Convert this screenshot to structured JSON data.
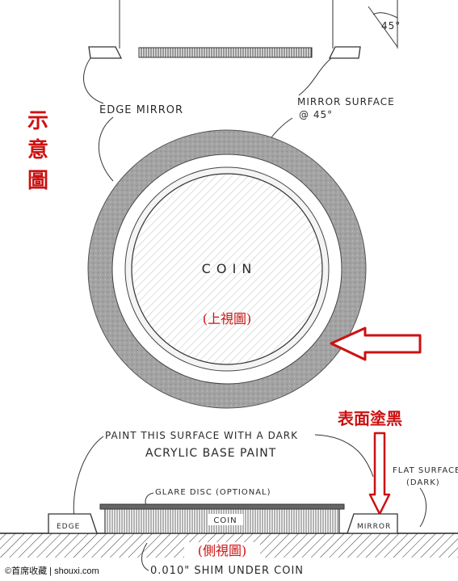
{
  "side_label_chars": [
    "示",
    "意",
    "圖"
  ],
  "labels": {
    "angle": "45°",
    "edge_mirror": "EDGE MIRROR",
    "mirror_surface_line1": "MIRROR SURFACE",
    "mirror_surface_line2": "@ 45°",
    "coin_top": "C O I N",
    "top_view": "(上視圖)",
    "paint_black": "表面塗黑",
    "paint_line1": "PAINT THIS SURFACE WITH A DARK",
    "paint_line2": "ACRYLIC BASE PAINT",
    "flat_surface_line1": "FLAT SURFACE",
    "flat_surface_line2": "(DARK)",
    "glare_disc": "GLARE DISC (OPTIONAL)",
    "coin_side": "COIN",
    "edge_block": "EDGE",
    "mirror_block": "MIRROR",
    "side_view": "(側視圖)",
    "shim": "0.010\" SHIM UNDER COIN"
  },
  "watermark": "©首席收藏 | shouxi.com",
  "colors": {
    "annotation_red": "#cc1111",
    "ink": "#2a2a2a",
    "ring_shade": "#9a9a9a"
  }
}
